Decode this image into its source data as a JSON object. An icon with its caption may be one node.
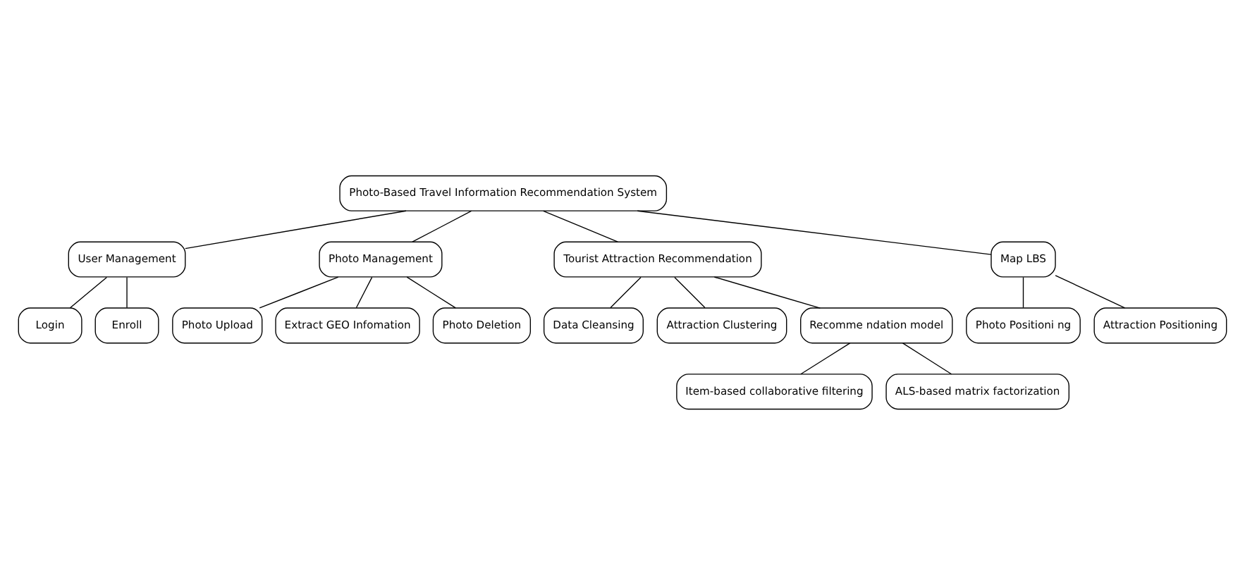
{
  "diagram": {
    "nodes": [
      {
        "text": [
          "Photo-Based Travel Information Recommendation System"
        ]
      },
      {
        "text": [
          "User Management"
        ]
      },
      {
        "text": [
          "Photo Management"
        ]
      },
      {
        "text": [
          "Tourist Attraction Recommendation"
        ]
      },
      {
        "text": [
          "Map LBS"
        ]
      },
      {
        "text": [
          "Login"
        ]
      },
      {
        "text": [
          "Enroll"
        ]
      },
      {
        "text": [
          "Photo Upload"
        ]
      },
      {
        "text": [
          "Extract GEO Infomation"
        ]
      },
      {
        "text": [
          "Photo Deletion"
        ]
      },
      {
        "text": [
          "Data Cleansing"
        ]
      },
      {
        "text": [
          "Attraction Clustering"
        ]
      },
      {
        "text": [
          "Recomme ndation model"
        ]
      },
      {
        "text": [
          "Photo Positioni ng"
        ]
      },
      {
        "text": [
          "Attraction Positioning"
        ]
      },
      {
        "text": [
          "Item-based collaborative filtering"
        ]
      },
      {
        "text": [
          "ALS-based matrix factorization"
        ]
      }
    ],
    "edges": [
      {
        "from": 0,
        "to": 1,
        "arrow": "none"
      },
      {
        "from": 0,
        "to": 2,
        "arrow": "none"
      },
      {
        "from": 0,
        "to": 3,
        "arrow": "none"
      },
      {
        "from": 0,
        "to": 4,
        "arrow": "none"
      },
      {
        "from": 1,
        "to": 5,
        "arrow": "none"
      },
      {
        "from": 1,
        "to": 6,
        "arrow": "none"
      },
      {
        "from": 2,
        "to": 7,
        "arrow": "none"
      },
      {
        "from": 2,
        "to": 8,
        "arrow": "none"
      },
      {
        "from": 2,
        "to": 9,
        "arrow": "none"
      },
      {
        "from": 3,
        "to": 10,
        "arrow": "none"
      },
      {
        "from": 3,
        "to": 11,
        "arrow": "none"
      },
      {
        "from": 3,
        "to": 12,
        "arrow": "none"
      },
      {
        "from": 4,
        "to": 13,
        "arrow": "none"
      },
      {
        "from": 4,
        "to": 14,
        "arrow": "none"
      },
      {
        "from": 12,
        "to": 15,
        "arrow": "none"
      },
      {
        "from": 12,
        "to": 16,
        "arrow": "none"
      }
    ]
  }
}
